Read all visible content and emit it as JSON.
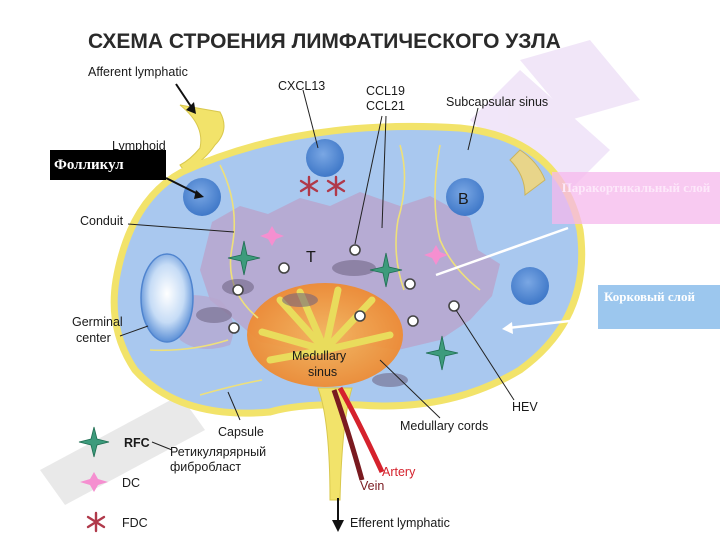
{
  "title": "СХЕМА СТРОЕНИЯ ЛИМФАТИЧЕСКОГО УЗЛА",
  "labels": {
    "afferent": "Afferent lymphatic",
    "lymphoid": "Lymphoid",
    "cxcl13": "CXCL13",
    "ccl19": "CCL19",
    "ccl21": "CCL21",
    "subcapsular": "Subcapsular sinus",
    "conduit": "Conduit",
    "germinal1": "Germinal",
    "germinal2": "center",
    "t": "T",
    "b": "B",
    "medullary1": "Medullary",
    "medullary2": "sinus",
    "capsule": "Capsule",
    "medullary_cords": "Medullary cords",
    "hev": "HEV",
    "artery": "Artery",
    "vein": "Vein",
    "efferent": "Efferent lymphatic"
  },
  "boxes": {
    "follicle": "Фолликул",
    "paracortex": "Паракортикальный слой",
    "cortex": "Корковый слой"
  },
  "legend": {
    "rfc": "RFC",
    "rfc_desc1": "Ретикулярярный",
    "rfc_desc2": "фибробласт",
    "dc": "DC",
    "fdc": "FDC"
  },
  "colors": {
    "capsule_fill": "#a9c8ef",
    "capsule_stroke": "#f2e36a",
    "paracortex": "#b7a7cf",
    "medulla": "#f5a23d",
    "follicle": "#4d86d2",
    "rfc": "#3d9b7c",
    "dc": "#f58fd0",
    "fdc": "#b0394a",
    "artery": "#d5222d",
    "vein": "#7a1a20"
  }
}
